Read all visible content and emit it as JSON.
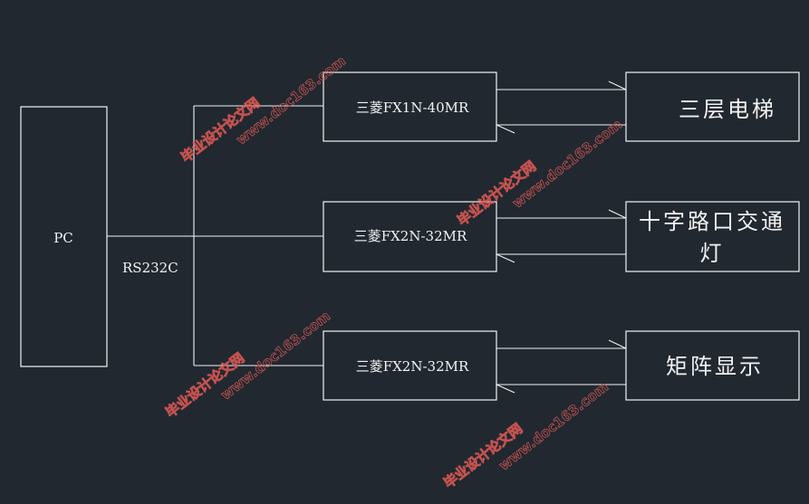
{
  "diagram": {
    "pc_label": "PC",
    "bus_label": "RS232C",
    "plcs": [
      {
        "label": "三菱FX1N-40MR"
      },
      {
        "label": "三菱FX2N-32MR"
      },
      {
        "label": "三菱FX2N-32MR"
      }
    ],
    "devices": [
      {
        "line1": "三层电梯",
        "line2": ""
      },
      {
        "line1": "十字路口交通",
        "line2": "灯"
      },
      {
        "line1": "矩阵显示",
        "line2": ""
      }
    ]
  },
  "watermark": {
    "line1": "毕业设计论文网",
    "line2": "www.doc163.com"
  },
  "colors": {
    "background": "#212830",
    "lines": "#f2f2f2",
    "watermark": "#e05a55"
  }
}
